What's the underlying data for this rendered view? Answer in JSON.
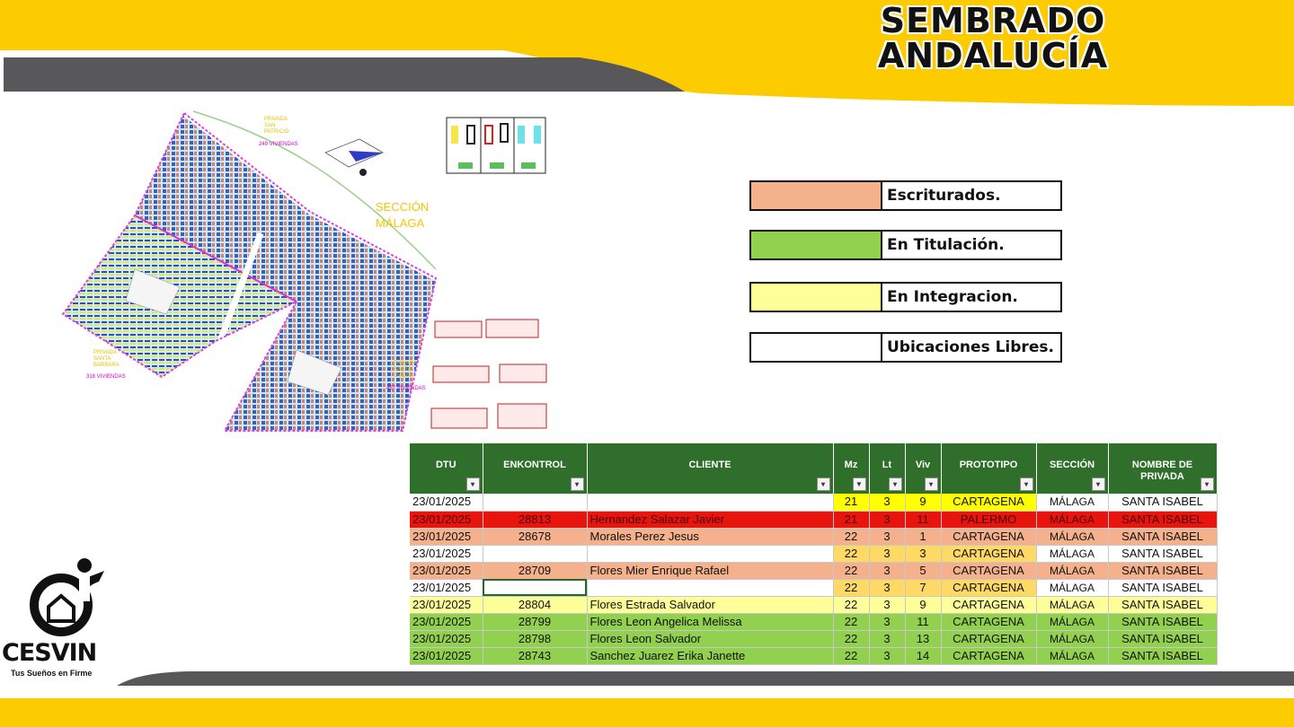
{
  "title": {
    "line1": "SEMBRADO",
    "line2": "ANDALUCÍA"
  },
  "colors": {
    "yellow": "#fccc00",
    "dark_gray": "#58585a",
    "table_header": "#2f6e2b"
  },
  "map": {
    "top_label": "PRIVADA\nSAN\nPATRICIO",
    "top_count": "249 VIVIENDAS",
    "section_label": "SECCIÓN\nMÁLAGA",
    "left_label": "PRIVADA\nSANTA\nBARBARA",
    "left_count": "318 VIVIENDAS",
    "right_label": "PRIVADA\nSANTA\nISABEL",
    "right_count": "457 VIVIENDAS"
  },
  "legend": [
    {
      "label": "Escriturados.",
      "color": "#f4b18c"
    },
    {
      "label": "En Titulación.",
      "color": "#92d050"
    },
    {
      "label": "En Integracion.",
      "color": "#ffff99"
    },
    {
      "label": "Ubicaciones Libres.",
      "color": "#ffffff"
    }
  ],
  "table": {
    "headers": [
      "DTU",
      "ENKONTROL",
      "CLIENTE",
      "Mz",
      "Lt",
      "Viv",
      "PROTOTIPO",
      "SECCIÓN",
      "NOMBRE DE PRIVADA"
    ],
    "rows": [
      {
        "status": "free",
        "cells": [
          "23/01/2025",
          "",
          "",
          "21",
          "3",
          "9",
          "CARTAGENA",
          "MÁLAGA",
          "SANTA ISABEL"
        ]
      },
      {
        "status": "red",
        "cells": [
          "23/01/2025",
          "28813",
          "Hernandez Salazar Javier",
          "21",
          "3",
          "11",
          "PALERMO",
          "MÁLAGA",
          "SANTA ISABEL"
        ]
      },
      {
        "status": "escriturado",
        "cells": [
          "23/01/2025",
          "28678",
          "Morales Perez Jesus",
          "22",
          "3",
          "1",
          "CARTAGENA",
          "MÁLAGA",
          "SANTA ISABEL"
        ]
      },
      {
        "status": "free",
        "cells": [
          "23/01/2025",
          "",
          "",
          "22",
          "3",
          "3",
          "CARTAGENA",
          "MÁLAGA",
          "SANTA ISABEL"
        ]
      },
      {
        "status": "escriturado",
        "cells": [
          "23/01/2025",
          "28709",
          "Flores Mier Enrique Rafael",
          "22",
          "3",
          "5",
          "CARTAGENA",
          "MÁLAGA",
          "SANTA ISABEL"
        ]
      },
      {
        "status": "free",
        "cells": [
          "23/01/2025",
          "",
          "",
          "22",
          "3",
          "7",
          "CARTAGENA",
          "MÁLAGA",
          "SANTA ISABEL"
        ]
      },
      {
        "status": "integracion",
        "cells": [
          "23/01/2025",
          "28804",
          "Flores Estrada Salvador",
          "22",
          "3",
          "9",
          "CARTAGENA",
          "MÁLAGA",
          "SANTA ISABEL"
        ]
      },
      {
        "status": "titulacion",
        "cells": [
          "23/01/2025",
          "28799",
          "Flores Leon Angelica Melissa",
          "22",
          "3",
          "11",
          "CARTAGENA",
          "MÁLAGA",
          "SANTA ISABEL"
        ]
      },
      {
        "status": "titulacion",
        "cells": [
          "23/01/2025",
          "28798",
          "Flores Leon Salvador",
          "22",
          "3",
          "13",
          "CARTAGENA",
          "MÁLAGA",
          "SANTA ISABEL"
        ]
      },
      {
        "status": "titulacion",
        "cells": [
          "23/01/2025",
          "28743",
          "Sanchez Juarez Erika Janette",
          "22",
          "3",
          "14",
          "CARTAGENA",
          "MÁLAGA",
          "SANTA ISABEL"
        ]
      }
    ]
  },
  "status_colors": {
    "free": "#ffffff",
    "red": "#e8140e",
    "escriturado": "#f4b18c",
    "integracion": "#ffff99",
    "titulacion": "#92d050",
    "mz_cell": "#ffd966",
    "mz_cell_alt": "#ffff00"
  },
  "logo": {
    "name": "CESVIN",
    "tagline": "Tus Sueños en Firme"
  }
}
